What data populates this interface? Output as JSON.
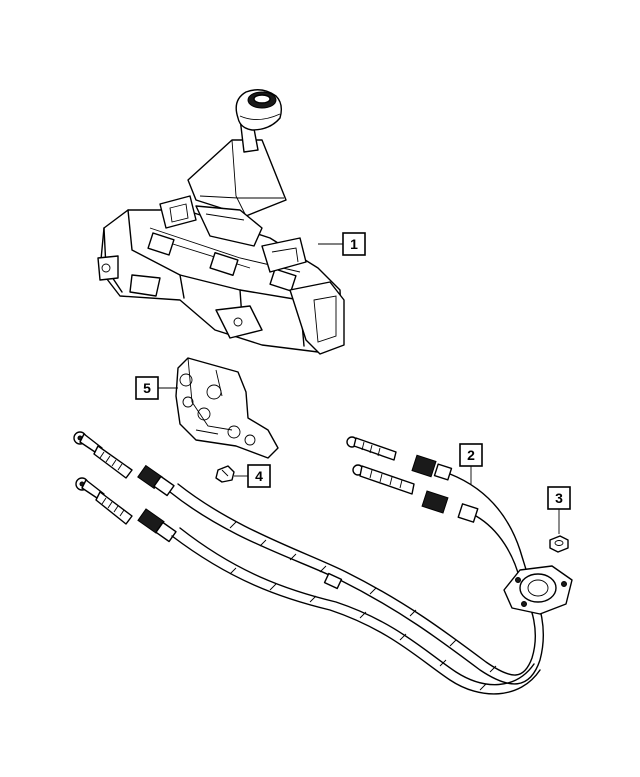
{
  "callouts": [
    {
      "id": "callout-1",
      "label": "1",
      "part": "gear-shifter-assembly"
    },
    {
      "id": "callout-2",
      "label": "2",
      "part": "gearshift-cable"
    },
    {
      "id": "callout-3",
      "label": "3",
      "part": "nut"
    },
    {
      "id": "callout-4",
      "label": "4",
      "part": "bolt"
    },
    {
      "id": "callout-5",
      "label": "5",
      "part": "bracket"
    }
  ]
}
